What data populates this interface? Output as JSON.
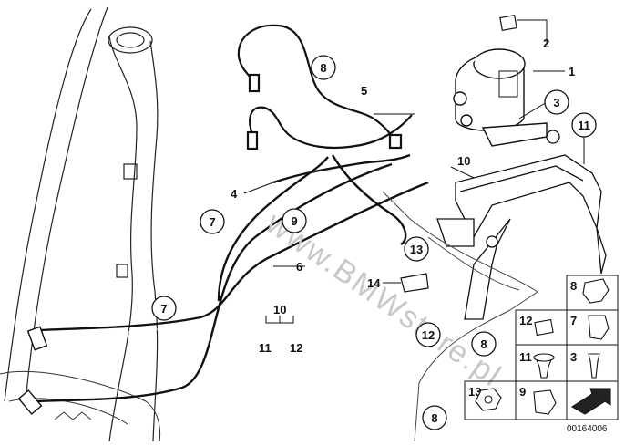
{
  "diagram": {
    "watermark": "www.BMWstore.pl",
    "reference_number": "00164006",
    "callouts": {
      "c1": "1",
      "c2": "2",
      "c3": "3",
      "c4": "4",
      "c5": "5",
      "c6": "6",
      "c7a": "7",
      "c7b": "7",
      "c8a": "8",
      "c8b": "8",
      "c8c": "8",
      "c9": "9",
      "c10": "10",
      "c11": "11",
      "c12": "12",
      "c13": "13",
      "c14": "14",
      "g10": "10",
      "g11": "11",
      "g12": "12"
    },
    "parts_panel": {
      "p8": "8",
      "p7": "7",
      "p12": "12",
      "p3": "3",
      "p11": "11",
      "p13": "13",
      "p9": "9"
    }
  }
}
